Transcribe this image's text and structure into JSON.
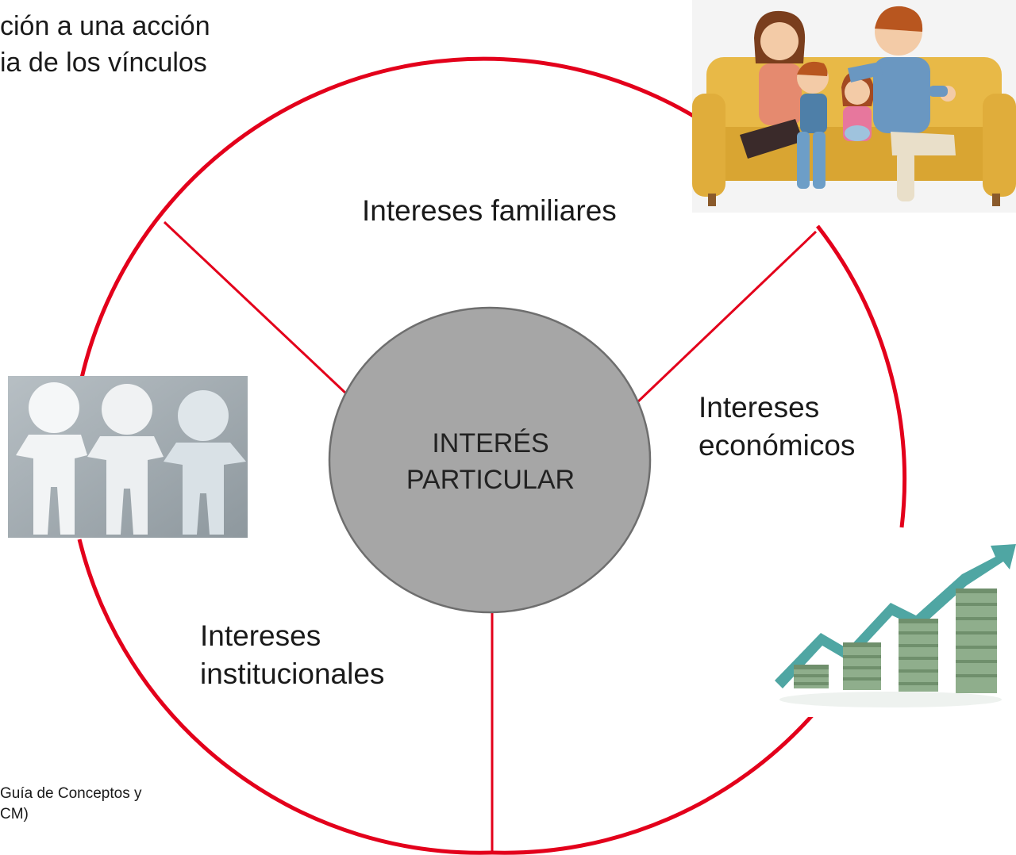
{
  "heading": {
    "line1": "ción a una acción",
    "line2": "ia de los vínculos"
  },
  "center": {
    "line1": "INTERÉS",
    "line2": "PARTICULAR"
  },
  "segments": {
    "familiares": "Intereses familiares",
    "economicos_1": "Intereses",
    "economicos_2": "económicos",
    "institucionales_1": "Intereses",
    "institucionales_2": "institucionales"
  },
  "footnote": {
    "line1": "Guía de Conceptos y",
    "line2": "CM)"
  },
  "colors": {
    "ring": "#e3001b",
    "center_fill": "#a6a6a6",
    "center_stroke": "#6e6e6e",
    "arrow": "#4fa6a3",
    "money": "#8fae8c",
    "sofa": "#e8b947"
  }
}
